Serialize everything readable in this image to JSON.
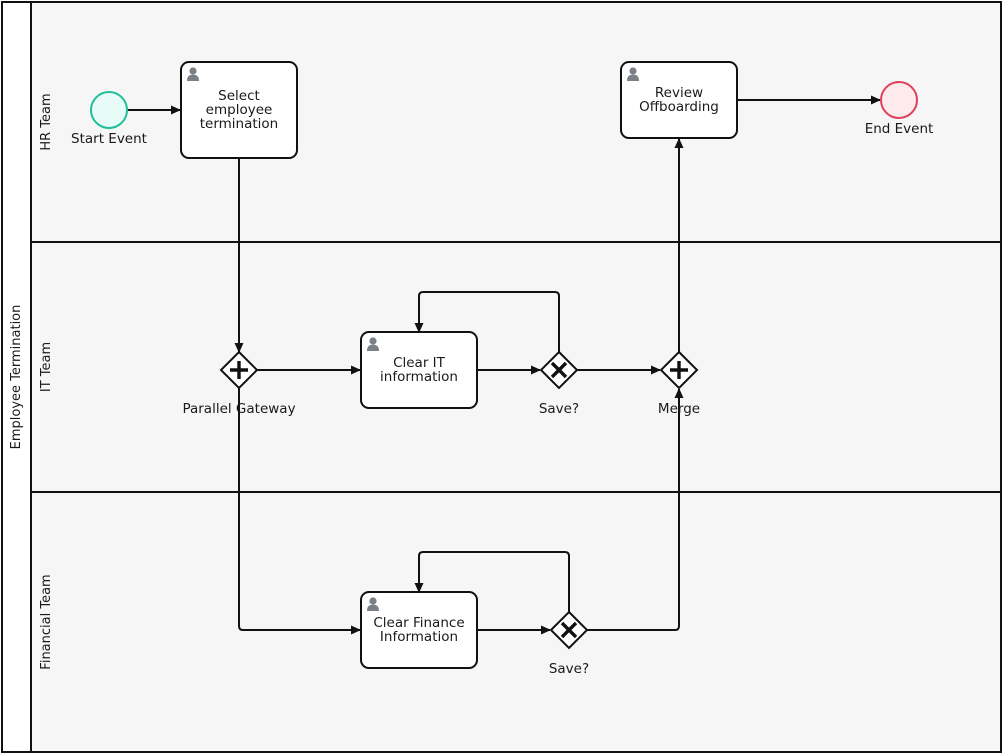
{
  "pool": {
    "label": "Employee Termination"
  },
  "lanes": [
    {
      "id": "hr",
      "label": "HR Team"
    },
    {
      "id": "it",
      "label": "IT Team"
    },
    {
      "id": "finance",
      "label": "Financial Team"
    }
  ],
  "events": {
    "start": {
      "label": "Start Event",
      "color": "#1fbf9a",
      "fill": "#e8fbf6"
    },
    "end": {
      "label": "End Event",
      "color": "#e0405a",
      "fill": "#fdeaec"
    }
  },
  "tasks": {
    "select_termination": {
      "lines": [
        "Select",
        "employee",
        "termination"
      ],
      "type": "user"
    },
    "review_offboarding": {
      "lines": [
        "Review",
        "Offboarding"
      ],
      "type": "user"
    },
    "clear_it": {
      "lines": [
        "Clear IT",
        "information"
      ],
      "type": "user"
    },
    "clear_finance": {
      "lines": [
        "Clear Finance",
        "Information"
      ],
      "type": "user"
    }
  },
  "gateways": {
    "parallel_split": {
      "label": "Parallel Gateway",
      "type": "parallel"
    },
    "save_it": {
      "label": "Save?",
      "type": "exclusive"
    },
    "merge": {
      "label": "Merge",
      "type": "parallel"
    },
    "save_finance": {
      "label": "Save?",
      "type": "exclusive"
    }
  }
}
